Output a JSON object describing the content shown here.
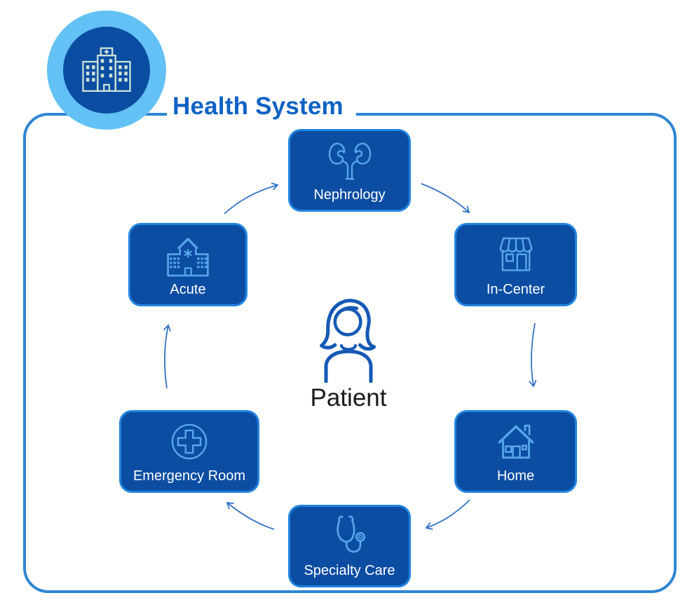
{
  "title": "Health System",
  "badge": {
    "icon": "hospital-building-icon"
  },
  "center": {
    "icon": "patient-icon",
    "label": "Patient"
  },
  "nodes": [
    {
      "label": "Nephrology",
      "icon": "kidneys-icon"
    },
    {
      "label": "In-Center",
      "icon": "storefront-icon"
    },
    {
      "label": "Home",
      "icon": "house-icon"
    },
    {
      "label": "Specialty Care",
      "icon": "stethoscope-icon"
    },
    {
      "label": "Emergency Room",
      "icon": "medical-cross-icon"
    },
    {
      "label": "Acute",
      "icon": "hospital-icon"
    }
  ],
  "flow": [
    {
      "from": "Acute",
      "to": "Nephrology"
    },
    {
      "from": "Nephrology",
      "to": "In-Center"
    },
    {
      "from": "In-Center",
      "to": "Home"
    },
    {
      "from": "Home",
      "to": "Specialty Care"
    },
    {
      "from": "Specialty Care",
      "to": "Emergency Room"
    },
    {
      "from": "Emergency Room",
      "to": "Acute"
    }
  ],
  "colors": {
    "node_fill": "#0B4DA2",
    "node_border": "#2184E0",
    "node_icon_stroke": "#57A6EA",
    "node_label": "#FFFFFF",
    "outer_border": "#2E86D4",
    "badge_outer": "#63C1F5",
    "badge_inner": "#0B4DA3",
    "badge_icon_stroke": "#CFE5D6",
    "title_text": "#0E62C4",
    "arrow": "#3273C8",
    "patient_stroke": "#1459B5",
    "patient_label": "#1A1A1A"
  }
}
